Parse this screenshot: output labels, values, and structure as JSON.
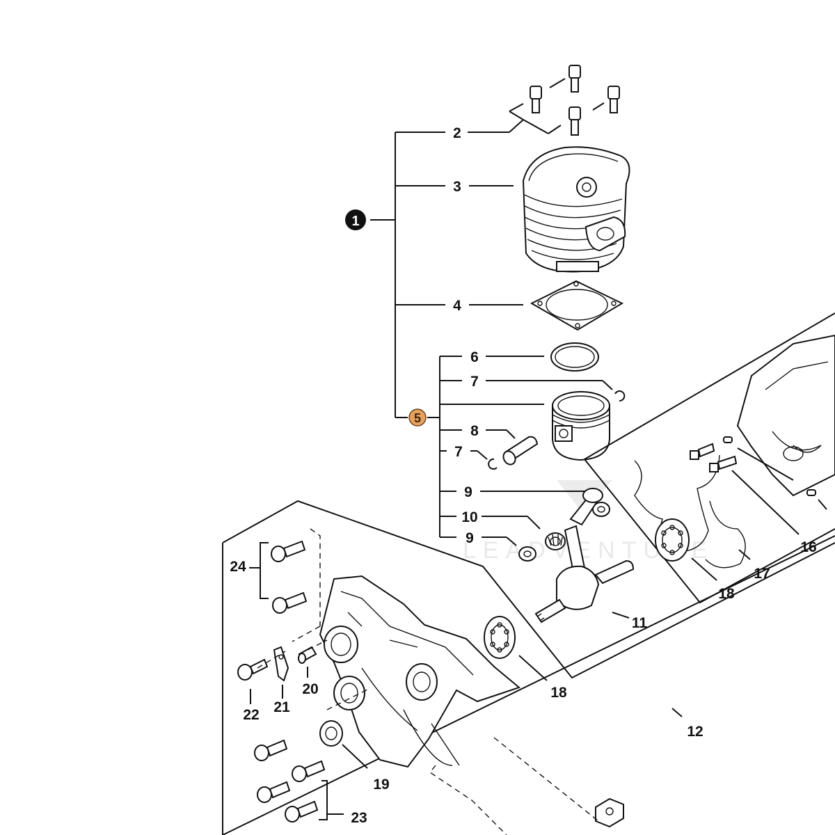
{
  "callouts": {
    "c1": "1",
    "c2": "2",
    "c3": "3",
    "c4": "4",
    "c5": "5",
    "c6": "6",
    "c7a": "7",
    "c7b": "7",
    "c8": "8",
    "c9a": "9",
    "c9b": "9",
    "c10": "10",
    "c11": "11",
    "c12": "12",
    "c16": "16",
    "c17": "17",
    "c18a": "18",
    "c18b": "18",
    "c19": "19",
    "c20": "20",
    "c21": "21",
    "c22": "22",
    "c23": "23",
    "c24": "24"
  },
  "watermark": "LEADVENTURE",
  "colors": {
    "line": "#111111",
    "highlight_fill": "#e8a15c",
    "highlight_stroke": "#6a4420",
    "badge_fill": "#111111"
  }
}
